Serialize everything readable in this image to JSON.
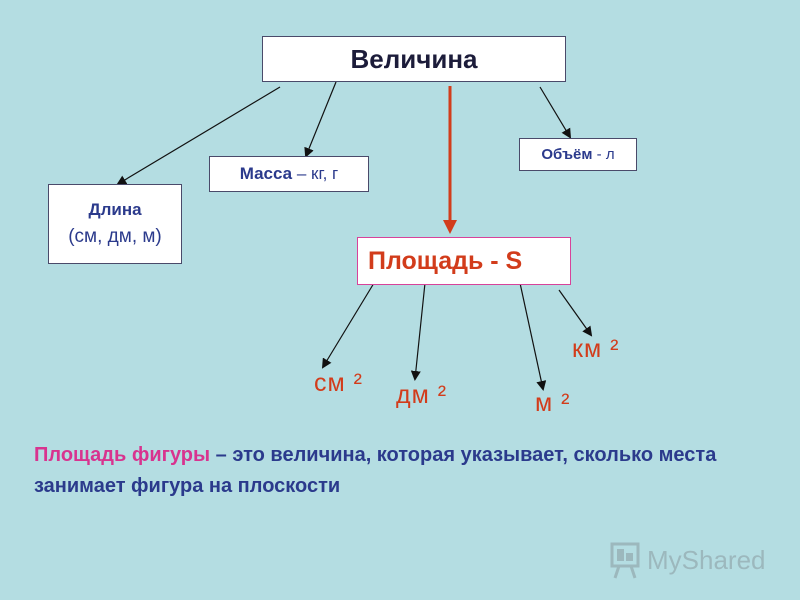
{
  "main": {
    "title": "Величина"
  },
  "mass": {
    "label": "Масса",
    "units": " – кг,  г"
  },
  "volume": {
    "label": "Объём",
    "units": " - л"
  },
  "length": {
    "label": "Длина",
    "units": "(см,  дм, м)"
  },
  "area": {
    "label": "Площадь - S"
  },
  "units": {
    "cm": "см ²",
    "dm": "дм ²",
    "m": "м ²",
    "km": "км ²"
  },
  "definition": {
    "highlight": "Площадь фигуры",
    "text": " – это величина, которая указывает, сколько места занимает фигура на плоскости"
  },
  "watermark": {
    "text": "MyShared"
  },
  "colors": {
    "background": "#b4dde2",
    "accent_red": "#d23c1b",
    "accent_pink": "#d8338f",
    "text_blue": "#2b3a8c"
  }
}
